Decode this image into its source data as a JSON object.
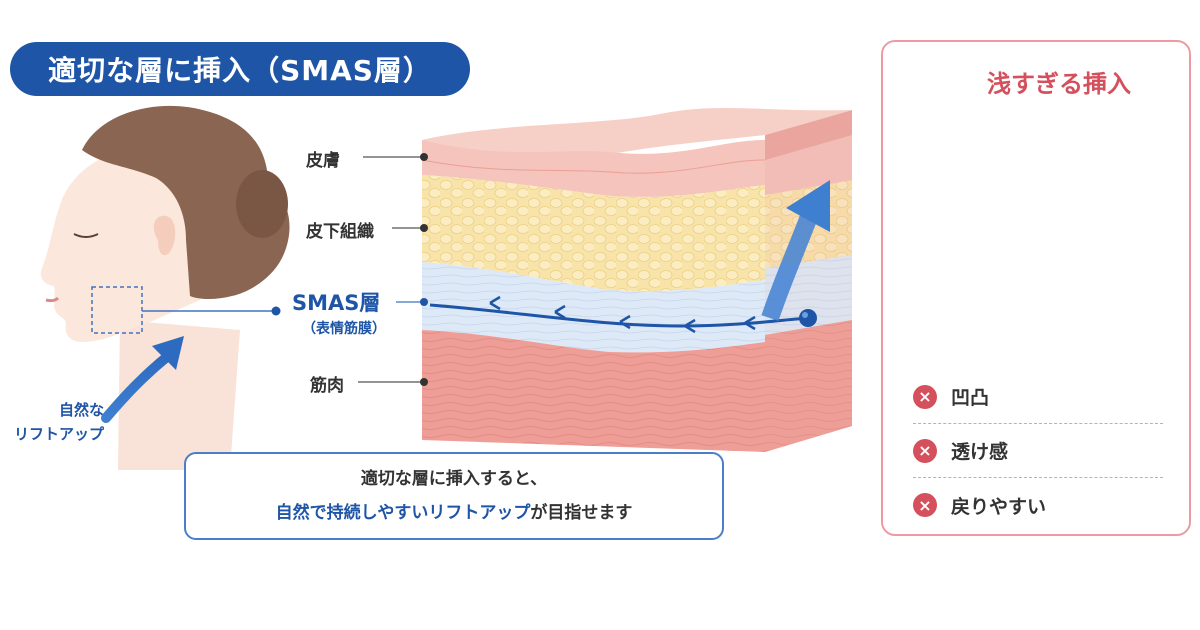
{
  "title": "適切な層に挿入（SMAS層）",
  "layers": {
    "skin": "皮膚",
    "subcutaneous": "皮下組織",
    "smas": "SMAS層",
    "smas_sub": "（表情筋膜）",
    "muscle": "筋肉"
  },
  "lift": {
    "line1": "自然な",
    "line2": "リフトアップ"
  },
  "caption": {
    "line1": "適切な層に挿入すると、",
    "line2_highlight": "自然で持続しやすいリフトアップ",
    "line2_rest": "が目指せます"
  },
  "warning": {
    "title": "浅すぎる挿入",
    "items": [
      "凹凸",
      "透け感",
      "戻りやすい"
    ]
  },
  "colors": {
    "brand_blue": "#1f55a6",
    "warn_red": "#d4505c",
    "skin": "#f5c4bd",
    "fat": "#f8e3a8",
    "smas": "#dde9f6",
    "muscle": "#ee9e96"
  }
}
